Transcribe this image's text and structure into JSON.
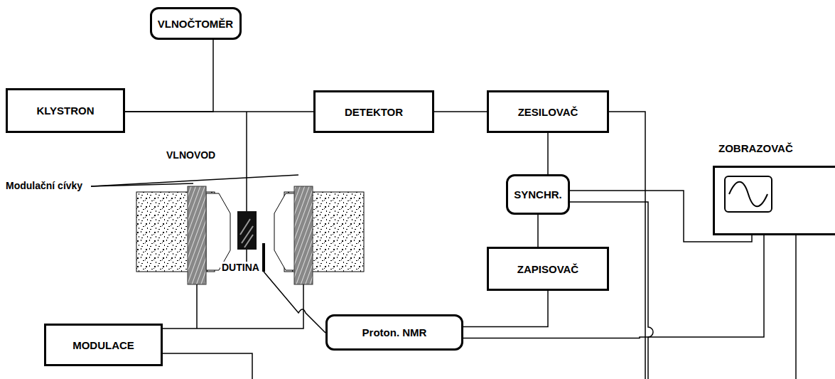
{
  "diagram": {
    "nodes": [
      {
        "text": [
          "VLNOČTOMĚR"
        ]
      },
      {
        "text": [
          "KLYSTRON"
        ]
      },
      {
        "text": [
          "DETEKTOR"
        ]
      },
      {
        "text": [
          "ZESILOVAČ"
        ]
      },
      {
        "text": [
          "SYNCHR."
        ]
      },
      {
        "text": [
          "ZOBRAZOVAČ"
        ]
      },
      {
        "text": [
          "ZAPISOVAČ"
        ]
      },
      {
        "text": [
          "MODULACE"
        ]
      },
      {
        "text": [
          "Proton. NMR"
        ]
      }
    ],
    "edges": [
      {
        "from": 0,
        "to": 1,
        "arrow": "none"
      },
      {
        "from": 1,
        "to": 2,
        "arrow": "none"
      },
      {
        "from": 2,
        "to": 3,
        "arrow": "none"
      },
      {
        "from": 3,
        "to": 4,
        "arrow": "none"
      },
      {
        "from": 4,
        "to": 6,
        "arrow": "none"
      },
      {
        "from": 4,
        "to": 5,
        "arrow": "none"
      },
      {
        "from": 6,
        "to": 8,
        "arrow": "none"
      },
      {
        "from": 8,
        "to": 5,
        "arrow": "none"
      }
    ],
    "labels": [
      "VLNOVOD",
      "Modulační cívky",
      "DUTINA"
    ]
  }
}
